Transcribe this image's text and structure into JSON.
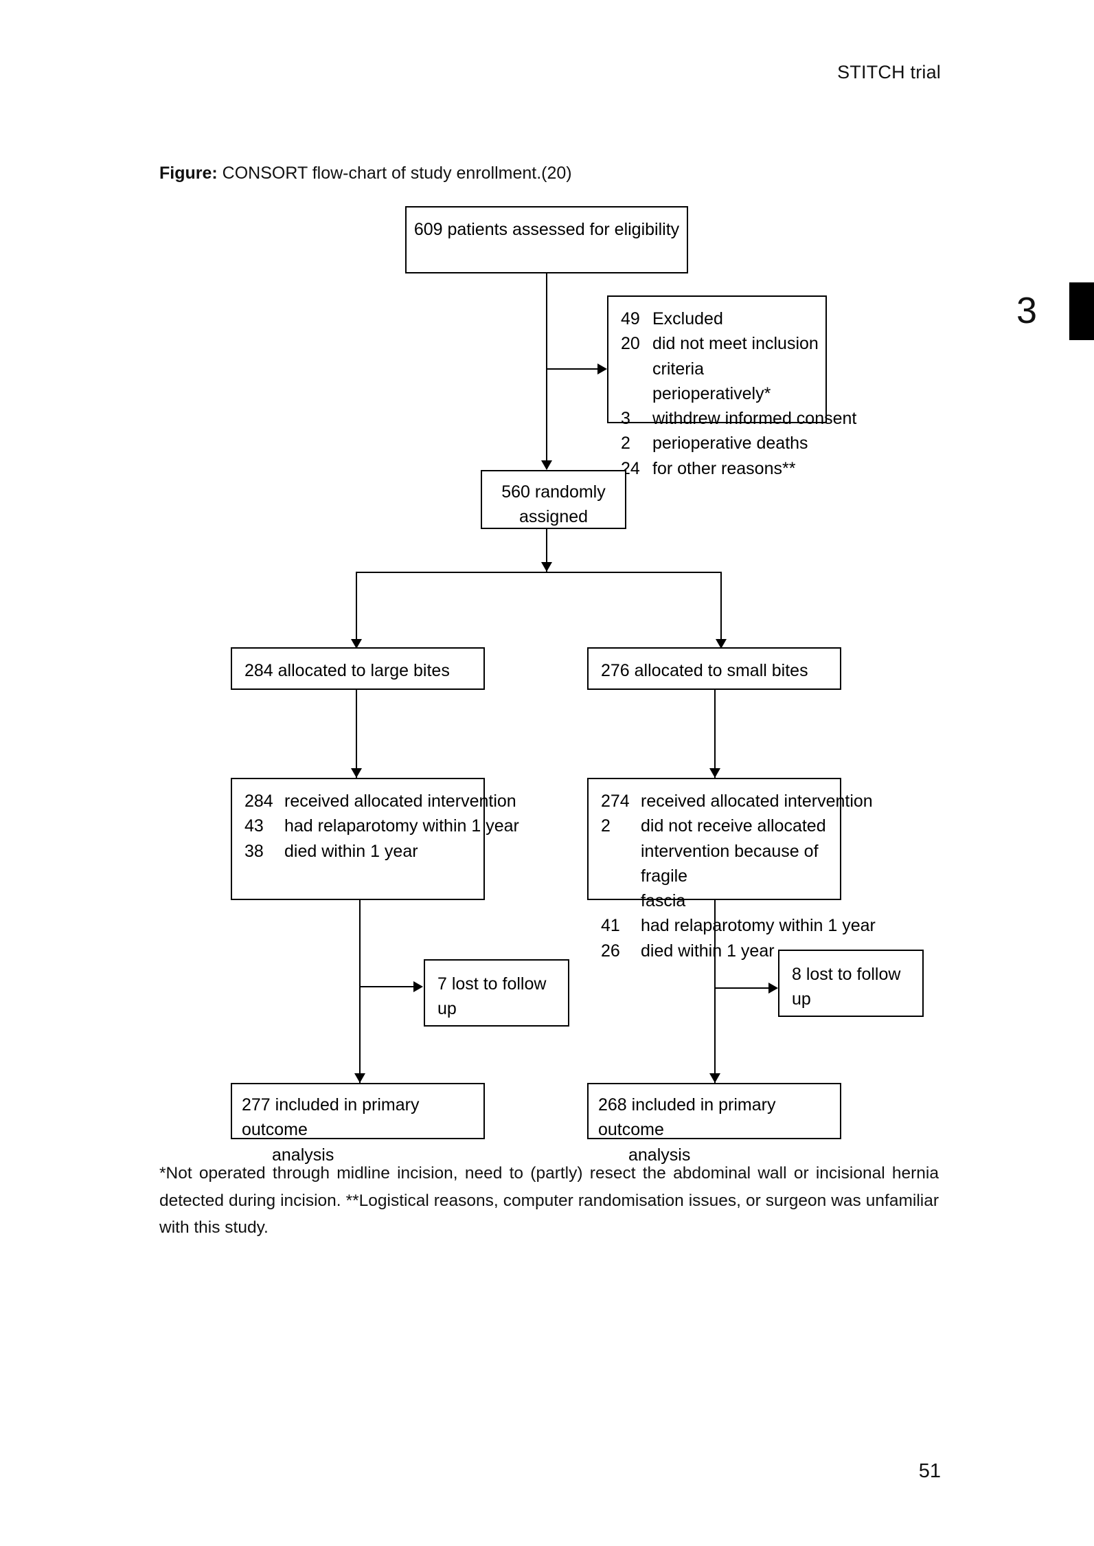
{
  "page": {
    "running_head": "STITCH trial",
    "chapter_number": "3",
    "page_number": "51"
  },
  "figure": {
    "caption_lead": "Figure:",
    "caption_text": " CONSORT flow-chart of study enrollment.(20)",
    "footnote": "*Not operated through midline incision, need to (partly) resect the abdominal wall or incisional hernia detected during incision. **Logistical reasons, computer randomisation issues, or surgeon was unfamiliar with this study."
  },
  "chart_data": {
    "type": "diagram",
    "title": "CONSORT flow-chart of study enrollment",
    "nodes": {
      "assessed": {
        "text": "609 patients assessed for eligibility",
        "count": 609
      },
      "excluded": {
        "heading_num": "49",
        "heading_text": "Excluded",
        "reasons": [
          {
            "num": "20",
            "text": "did not meet inclusion",
            "text2": "criteria perioperatively*"
          },
          {
            "num": "3",
            "text": "withdrew informed consent"
          },
          {
            "num": "2",
            "text": "perioperative deaths"
          },
          {
            "num": "24",
            "text": "for other reasons**"
          }
        ]
      },
      "randomised": {
        "line1": "560 randomly",
        "line2": "assigned",
        "count": 560
      },
      "alloc_left": {
        "text": "284 allocated to large bites",
        "count": 284
      },
      "alloc_right": {
        "text": "276 allocated to small bites",
        "count": 276
      },
      "received_left": {
        "rows": [
          {
            "num": "284",
            "text": "received allocated intervention"
          },
          {
            "num": "43",
            "text": "had relaparotomy within 1 year"
          },
          {
            "num": "38",
            "text": "died within 1 year"
          }
        ]
      },
      "received_right": {
        "rows": [
          {
            "num": "274",
            "text": "received allocated intervention"
          },
          {
            "num": "2",
            "text": "did not receive allocated",
            "text2": "intervention because of fragile",
            "text3": "fascia"
          },
          {
            "num": "41",
            "text": "had relaparotomy within 1 year"
          },
          {
            "num": "26",
            "text": "died within 1 year"
          }
        ]
      },
      "lost_left": {
        "text": "7 lost to follow up",
        "count": 7
      },
      "lost_right": {
        "text": "8 lost to follow up",
        "count": 8
      },
      "analysed_left": {
        "line1": "277 included in primary outcome",
        "line2": "analysis",
        "count": 277
      },
      "analysed_right": {
        "line1": "268 included in primary outcome",
        "line2": "analysis",
        "count": 268
      }
    }
  }
}
